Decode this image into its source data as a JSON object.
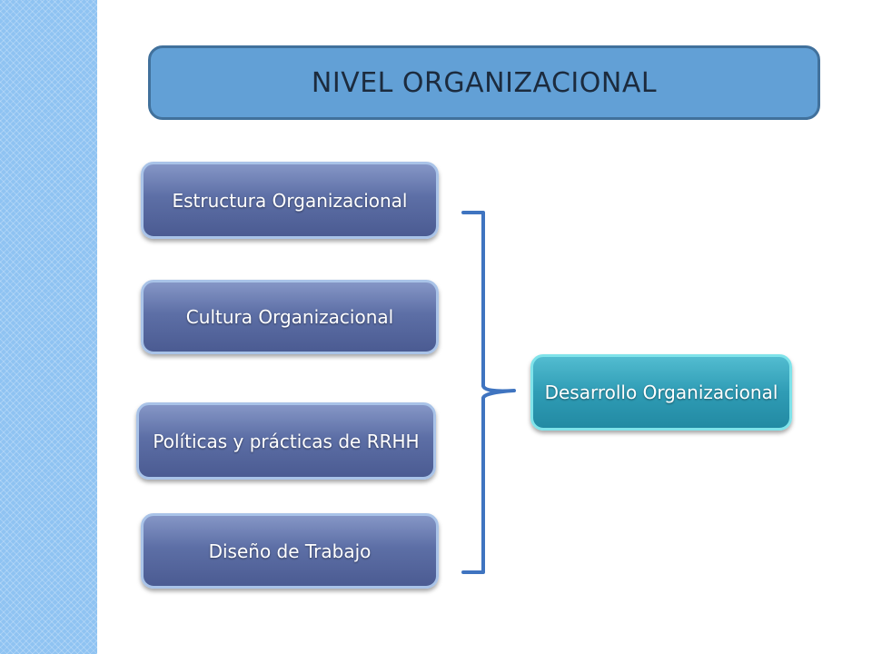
{
  "title": "NIVEL ORGANIZACIONAL",
  "factors": [
    "Estructura Organizacional",
    "Cultura Organizacional",
    "Políticas y prácticas de RRHH",
    "Diseño de Trabajo"
  ],
  "outcome": "Desarrollo Organizacional",
  "colors": {
    "side_band": "#8fc3f2",
    "title_fill": "#62a0d6",
    "title_border": "#41719c",
    "factor_fill": "#5d6fa6",
    "outcome_fill": "#2f9cb5",
    "bracket": "#3f74c0"
  }
}
